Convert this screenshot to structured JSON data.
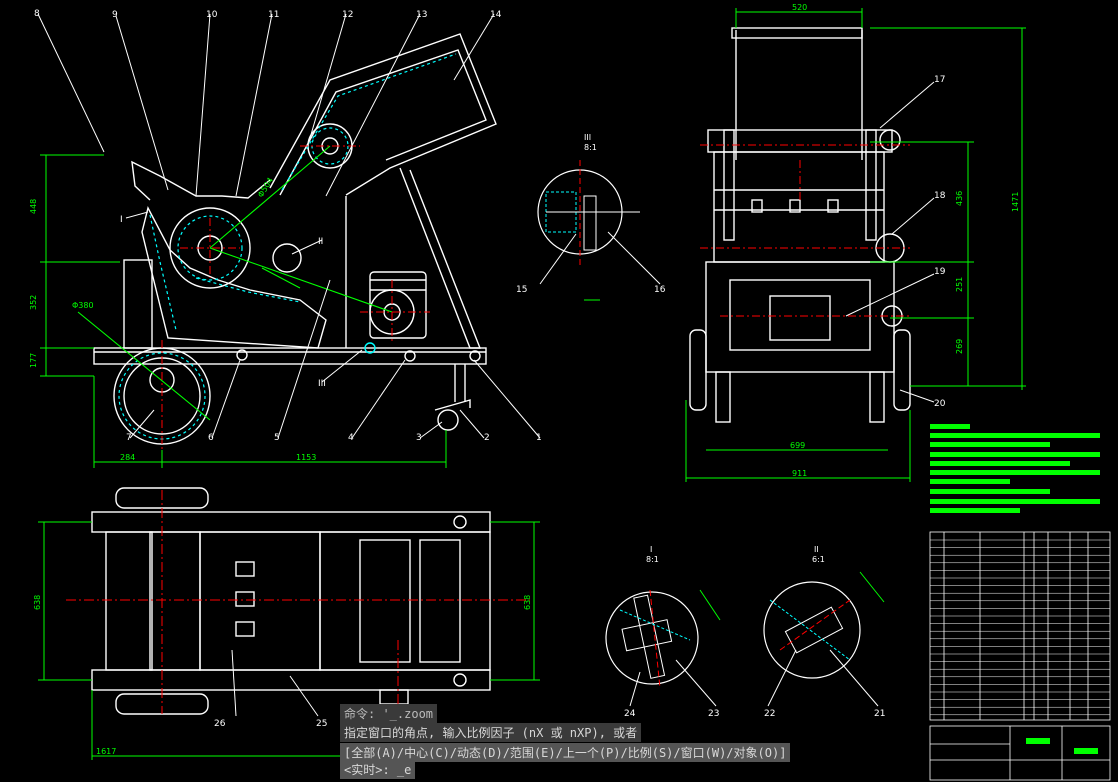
{
  "callouts_front": [
    "8",
    "9",
    "10",
    "11",
    "12",
    "13",
    "14",
    "1",
    "2",
    "3",
    "4",
    "5",
    "6",
    "7",
    "I",
    "II",
    "III"
  ],
  "callouts_side": [
    "17",
    "18",
    "19",
    "20"
  ],
  "callouts_plan": [
    "25",
    "26"
  ],
  "callouts_details": [
    "15",
    "16",
    "21",
    "22",
    "23",
    "24"
  ],
  "dims_front": {
    "h448": "448",
    "h352": "352",
    "h177": "177",
    "w284": "284",
    "w1153": "1153",
    "d380": "Φ380",
    "d504": "Φ504"
  },
  "dims_side": {
    "w520": "520",
    "h1471": "1471",
    "h436": "436",
    "h251": "251",
    "h269": "269",
    "w699": "699",
    "w911": "911"
  },
  "dims_plan": {
    "h638a": "638",
    "h638b": "638",
    "w1617": "1617"
  },
  "detail_labels": {
    "IIIc": "III",
    "IIIs": "8:1",
    "Ic": "I",
    "Is": "8:1",
    "IIc": "II",
    "IIs": "6:1"
  },
  "command": {
    "line1": "命令: '_.zoom",
    "line2": "指定窗口的角点, 输入比例因子 (nX 或 nXP), 或者",
    "line3": "[全部(A)/中心(C)/动态(D)/范围(E)/上一个(P)/比例(S)/窗口(W)/对象(O)]",
    "line4": "<实时>: _e"
  },
  "colors": {
    "line": "#ffffff",
    "dim": "#00ff00",
    "center": "#ff0000",
    "hatch": "#00ffff",
    "bg": "#000000"
  }
}
